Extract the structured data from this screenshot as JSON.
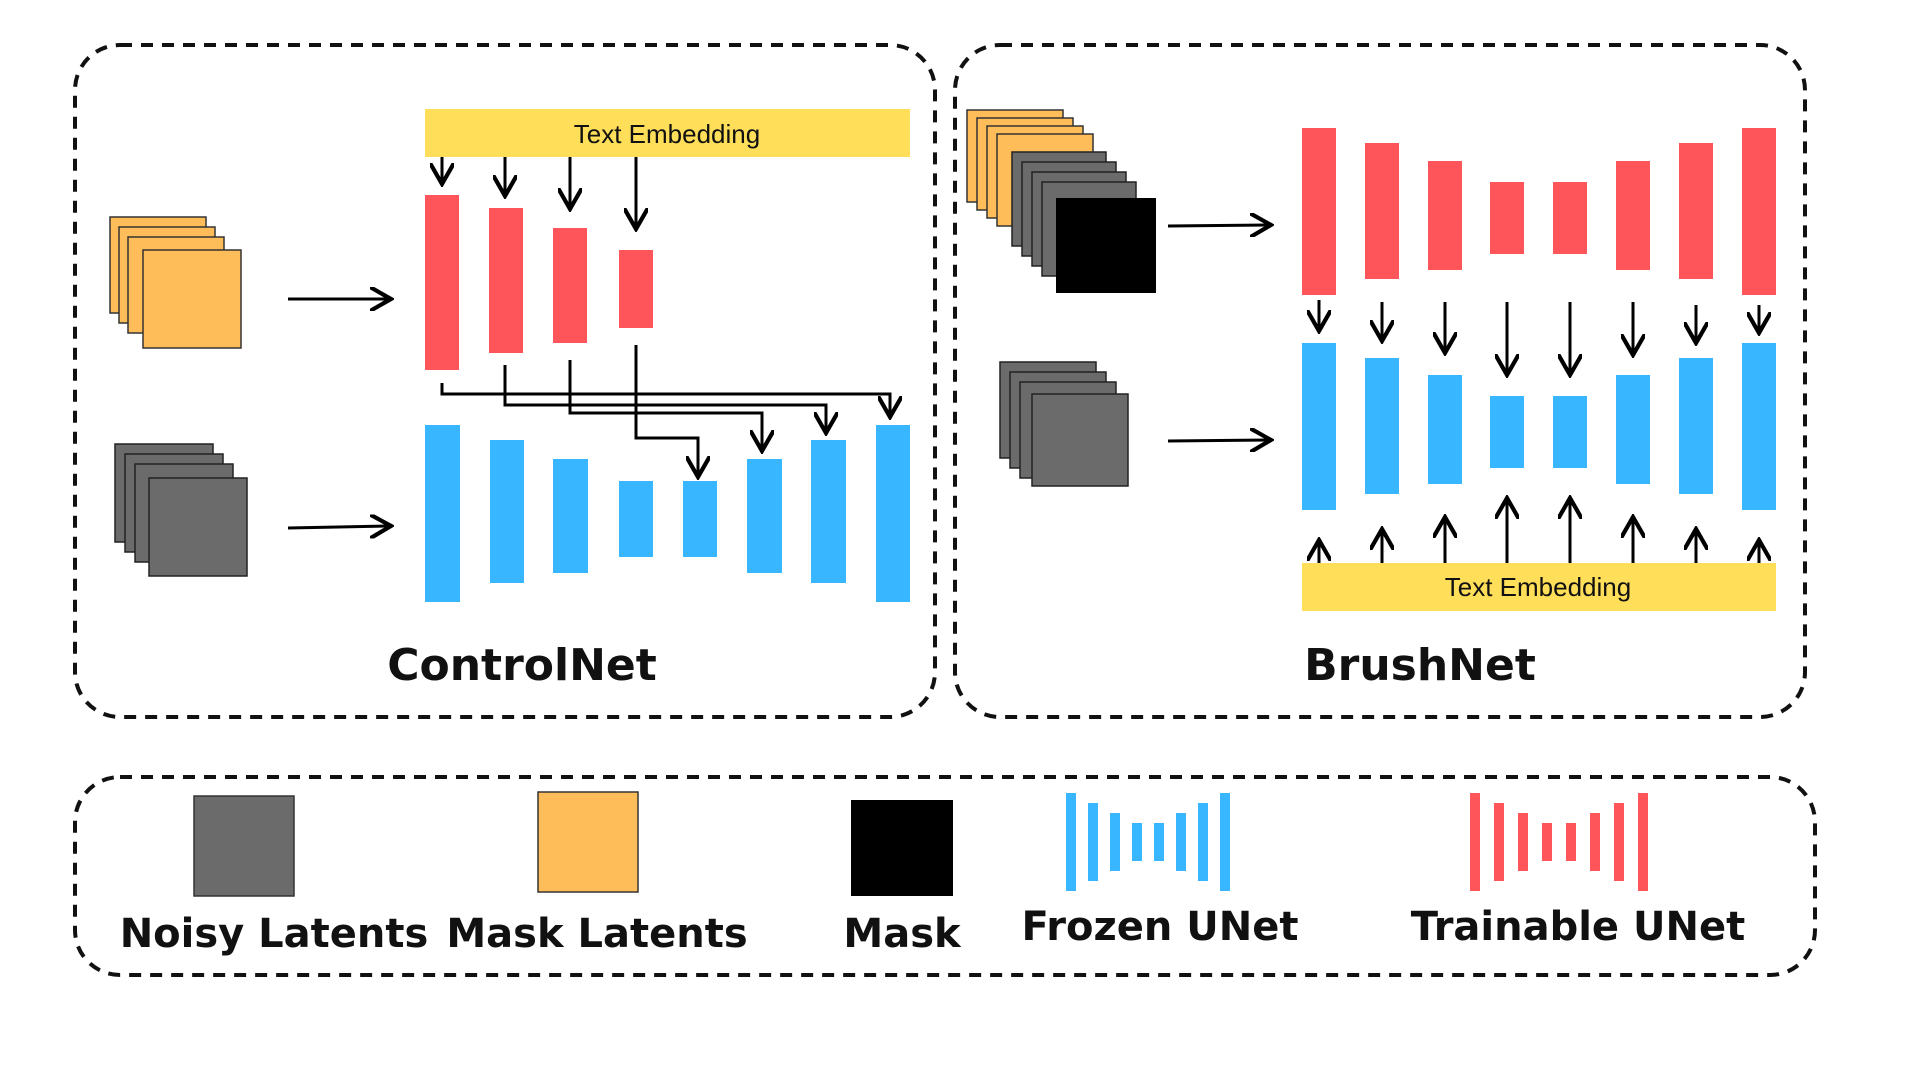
{
  "panels": {
    "controlnet": {
      "title": "ControlNet",
      "text_embedding_label": "Text Embedding"
    },
    "brushnet": {
      "title": "BrushNet",
      "text_embedding_label": "Text Embedding"
    }
  },
  "legend": {
    "noisy_latents": "Noisy Latents",
    "mask_latents": "Mask Latents",
    "mask": "Mask",
    "frozen_unet": "Frozen UNet",
    "trainable_unet": "Trainable UNet"
  },
  "colors": {
    "trainable": "#fd555a",
    "frozen": "#38b6ff",
    "mask_latent": "#ffbd59",
    "noisy_latent": "#6b6b6b",
    "mask": "#000000",
    "text_embedding": "#ffde59",
    "border": "#111111"
  }
}
